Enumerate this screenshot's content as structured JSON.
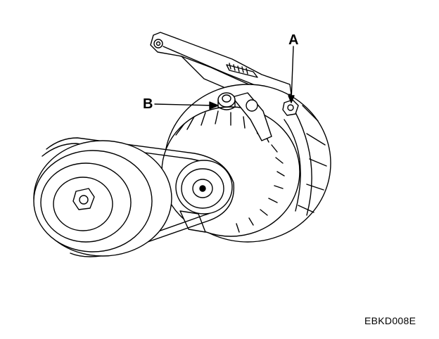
{
  "callouts": {
    "a": "A",
    "b": "B"
  },
  "figure_code": "EBKD008E",
  "colors": {
    "ink": "#000000",
    "background": "#ffffff"
  }
}
